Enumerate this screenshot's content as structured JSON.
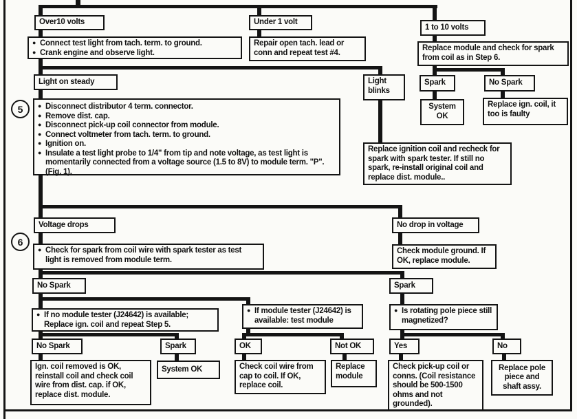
{
  "meta": {
    "bullet": "●"
  },
  "steps": {
    "five": "5",
    "six": "6"
  },
  "nodes": {
    "over10": "Over10 volts",
    "under1": "Under 1 volt",
    "one_to_10": "1 to 10 volts",
    "repair_open": "Repair open tach. lead or conn and repeat test #4.",
    "replace_module_check": "Replace module and check for spark from coil as in Step 6.",
    "light_steady": "Light on steady",
    "light_blinks": "Light blinks",
    "spark_rt": "Spark",
    "no_spark_rt": "No Spark",
    "system_ok_rt": "System OK",
    "replace_ign_faulty": "Replace ign. coil, it too is faulty",
    "replace_ign_recheck": "Replace ignition coil and recheck for spark with spark tester.  If still no spark, re-install original coil and replace dist. module..",
    "voltage_drops": "Voltage drops",
    "no_drop": "No drop in voltage",
    "check_module_ground": "Check module ground. If OK, replace module.",
    "no_spark_mid": "No Spark",
    "spark_mid": "Spark",
    "no_spark_bot": "No Spark",
    "spark_bot": "Spark",
    "ok": "OK",
    "not_ok": "Not OK",
    "yes": "Yes",
    "no": "No",
    "ign_coil_removed": "Ign. coil removed is OK, reinstall coil and check coil wire from dist. cap.  if OK, replace dist. module.",
    "system_ok_bot": "System OK",
    "check_coil_wire": "Check coil wire from cap to coil.  If OK, replace coil.",
    "replace_module": "Replace module",
    "check_pickup": "Check pick-up coil or conns. (Coil resistance should be 500-1500 ohms and not grounded).",
    "replace_pole": "Replace pole piece and shaft assy."
  },
  "bullets": {
    "connect_test": [
      "Connect test light from tach. term. to ground.",
      "Crank engine and observe light."
    ],
    "step5": [
      "Disconnect distributor 4 term. connector.",
      "Remove dist. cap.",
      "Disconnect pick-up coil connector from module.",
      "Connect voltmeter from tach. term. to ground.",
      "Ignition on.",
      "Insulate a test light probe to 1/4\" from tip and note voltage, as test light is momentarily connected from a voltage source  (1.5  to 8V) to module term. \"P\". (Fig. 1)."
    ],
    "step6": [
      "Check for spark from coil wire with spark tester as test light is removed from module term."
    ],
    "if_no_tester": [
      "If no module tester (J24642) is available; Replace ign. coil and repeat Step 5."
    ],
    "if_tester": [
      "If module tester (J24642) is available: test module"
    ],
    "rotating_pole": [
      "Is rotating pole piece still magnetized?"
    ]
  }
}
